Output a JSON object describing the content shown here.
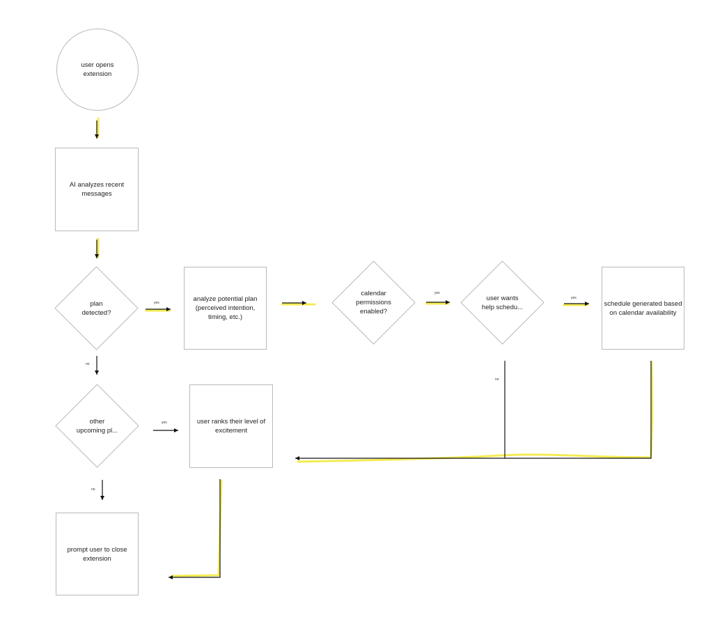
{
  "nodes": {
    "start": {
      "label": "user opens\nextension"
    },
    "analyze_messages": {
      "label": "AI analyzes recent\nmessages"
    },
    "plan_detected": {
      "label": "plan\ndetected?"
    },
    "analyze_plan": {
      "label": "analyze potential plan\n(perceived intention,\ntiming, etc.)"
    },
    "calendar_permissions": {
      "label": "calendar\npermissions\nenabled?"
    },
    "help_schedule": {
      "label": "user wants\nhelp schedu..."
    },
    "schedule_generated": {
      "label": "schedule generated based\non calendar availability"
    },
    "other_plans": {
      "label": "other\nupcoming pl..."
    },
    "rank_excitement": {
      "label": "user ranks their level of\nexcitement"
    },
    "prompt_close": {
      "label": "prompt user to close\nextension"
    }
  },
  "edge_labels": {
    "plan_yes": "yes",
    "plan_no": "no",
    "calendar_yes": "yes",
    "help_yes": "yes",
    "help_no": "no",
    "other_yes": "yes",
    "other_no": "no"
  },
  "colors": {
    "node_border": "#b9b9b9",
    "arrow": "#111111",
    "highlight": "#f3ea4a"
  }
}
